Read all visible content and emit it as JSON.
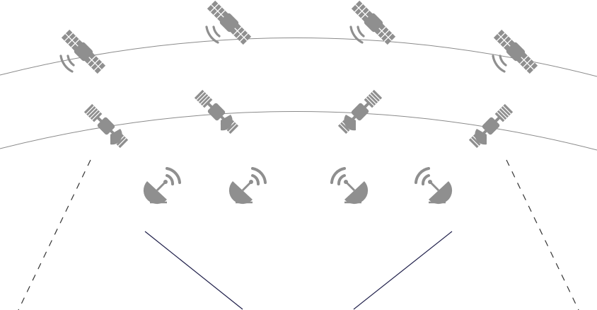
{
  "colors": {
    "icon": "#8f8f8f",
    "orbit": "#8a8a8a",
    "dashed_line": "#333333",
    "solid_line": "#1f1f4a",
    "background": "#ffffff"
  },
  "icons": {
    "satellite": "satellite-icon",
    "ground_station": "satellite-dish-icon"
  },
  "orbits": {
    "outer": {
      "satellite_count": 4
    },
    "inner": {
      "satellite_count": 4
    }
  },
  "ground_stations": {
    "count": 4
  }
}
